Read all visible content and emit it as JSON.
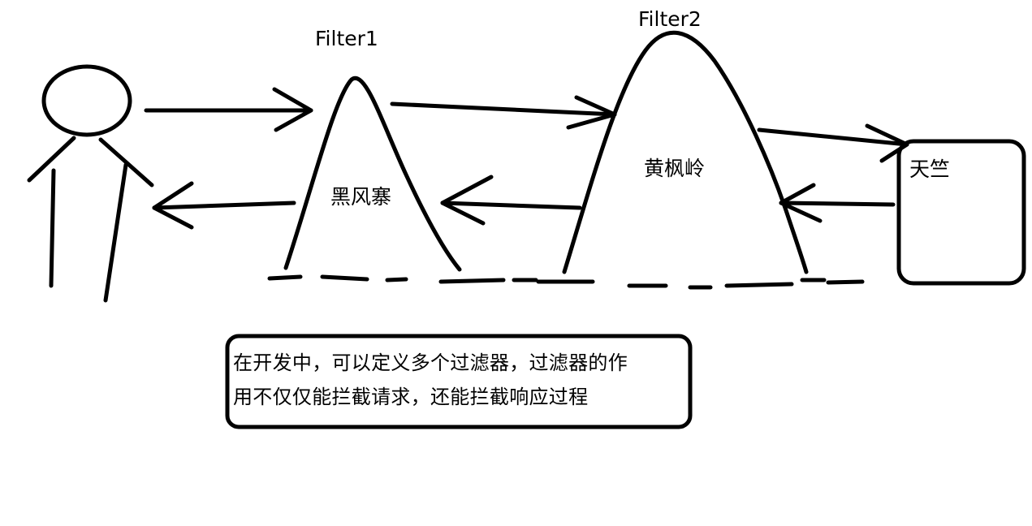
{
  "filters": {
    "filter1": {
      "label": "Filter1",
      "name": "黑风寨"
    },
    "filter2": {
      "label": "Filter2",
      "name": "黄枫岭"
    }
  },
  "destination": {
    "name": "天竺"
  },
  "note": {
    "line1": "在开发中，可以定义多个过滤器，过滤器的作",
    "line2": "用不仅仅能拦截请求，还能拦截响应过程"
  },
  "colors": {
    "ink": "#000000",
    "background": "#ffffff"
  }
}
